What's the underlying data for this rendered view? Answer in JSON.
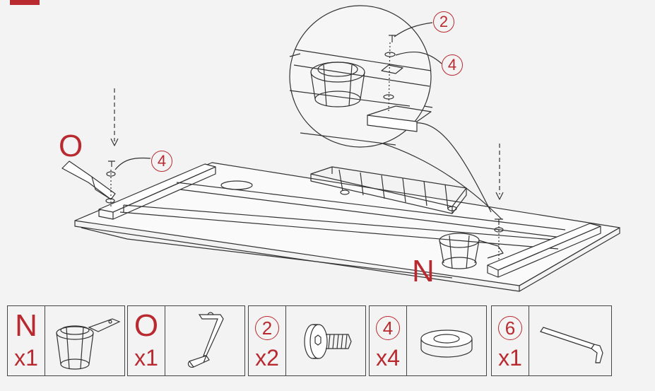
{
  "callouts": {
    "part_o": "O",
    "part_n": "N",
    "washer_left": "4",
    "screw_detail": "2",
    "washer_detail": "4"
  },
  "parts": [
    {
      "code": "N",
      "qty": "x1",
      "icon": "cup-holder-icon"
    },
    {
      "code": "O",
      "qty": "x1",
      "icon": "headphone-hook-icon"
    },
    {
      "code": "2",
      "qty": "x2",
      "icon": "screw-icon"
    },
    {
      "code": "4",
      "qty": "x4",
      "icon": "washer-icon"
    },
    {
      "code": "6",
      "qty": "x1",
      "icon": "hex-key-icon"
    }
  ],
  "colors": {
    "accent": "#b82a2f",
    "line": "#333333",
    "background": "#f3f3f3"
  }
}
